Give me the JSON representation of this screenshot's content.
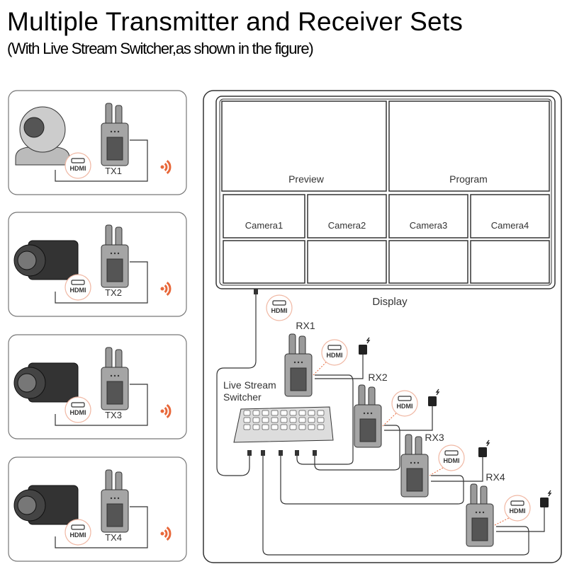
{
  "header": {
    "title": "Multiple Transmitter and Receiver Sets",
    "subtitle": "(With Live Stream Switcher,as shown in the figure)"
  },
  "transmitters": [
    {
      "label": "TX1",
      "source": "ptz-camera",
      "port": "HDMI"
    },
    {
      "label": "TX2",
      "source": "dslr-camera",
      "port": "HDMI"
    },
    {
      "label": "TX3",
      "source": "camcorder",
      "port": "HDMI"
    },
    {
      "label": "TX4",
      "source": "cinema-camera",
      "port": "HDMI"
    }
  ],
  "display": {
    "label": "Display",
    "preview": "Preview",
    "program": "Program",
    "cameras": [
      "Camera1",
      "Camera2",
      "Camera3",
      "Camera4"
    ],
    "port": "HDMI"
  },
  "switcher": {
    "label_line1": "Live Stream",
    "label_line2": "Switcher"
  },
  "receivers": [
    {
      "label": "RX1",
      "port": "HDMI"
    },
    {
      "label": "RX2",
      "port": "HDMI"
    },
    {
      "label": "RX3",
      "port": "HDMI"
    },
    {
      "label": "RX4",
      "port": "HDMI"
    }
  ],
  "colors": {
    "accent": "#e8683a",
    "hdmi_ring": "#f0b8a4",
    "line": "#333333",
    "device": "#8a8a8a"
  }
}
